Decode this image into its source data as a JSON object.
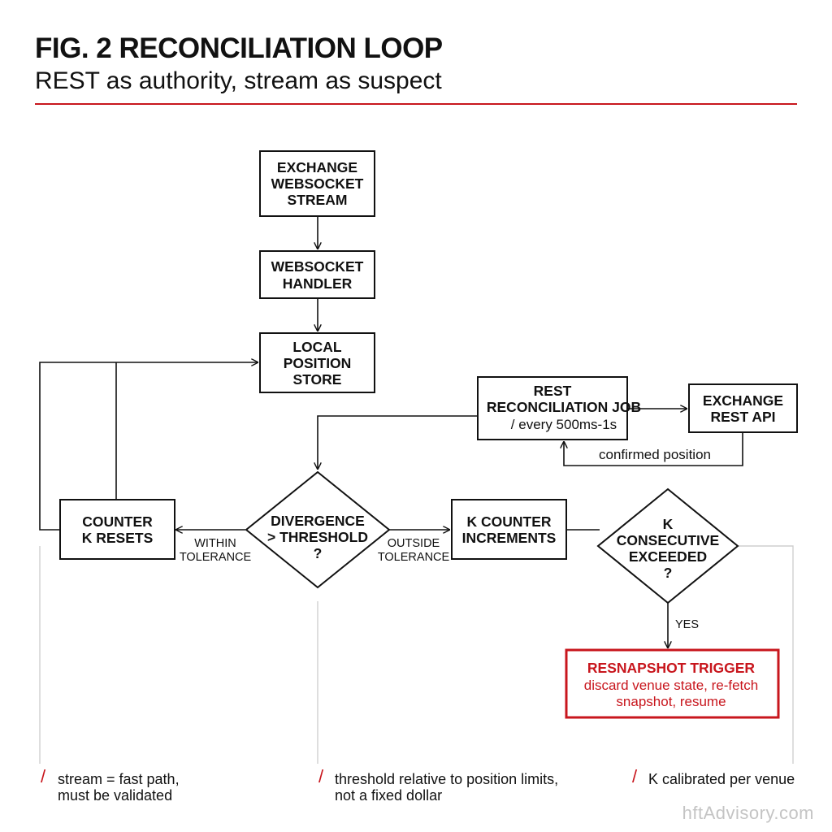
{
  "header": {
    "title": "FIG. 2 RECONCILIATION LOOP",
    "subtitle": "REST as authority, stream as suspect"
  },
  "nodes": {
    "stream": {
      "lines": [
        "EXCHANGE",
        "WEBSOCKET",
        "STREAM"
      ]
    },
    "handler": {
      "lines": [
        "WEBSOCKET",
        "HANDLER"
      ]
    },
    "store": {
      "lines": [
        "LOCAL",
        "POSITION",
        "STORE"
      ]
    },
    "rest_job": {
      "lines": [
        "REST",
        "RECONCILIATION JOB"
      ],
      "sub": "/ every 500ms-1s"
    },
    "rest_api": {
      "lines": [
        "EXCHANGE",
        "REST API"
      ]
    },
    "divergence": {
      "lines": [
        "DIVERGENCE",
        "> THRESHOLD",
        "?"
      ]
    },
    "reset": {
      "lines": [
        "COUNTER",
        "K RESETS"
      ]
    },
    "increment": {
      "lines": [
        "K COUNTER",
        "INCREMENTS"
      ]
    },
    "consecutive": {
      "lines": [
        "K",
        "CONSECUTIVE",
        "EXCEEDED",
        "?"
      ]
    },
    "resnapshot": {
      "title": "RESNAPSHOT TRIGGER",
      "sub_lines": [
        "discard venue state, re-fetch",
        "snapshot, resume"
      ]
    }
  },
  "edges": {
    "confirmed": "confirmed position",
    "within": [
      "WITHIN",
      "TOLERANCE"
    ],
    "outside": [
      "OUTSIDE",
      "TOLERANCE"
    ],
    "yes": "YES"
  },
  "notes": [
    {
      "lines": [
        "stream = fast path,",
        "must be validated"
      ]
    },
    {
      "lines": [
        "threshold relative to position limits,",
        "not a fixed dollar"
      ]
    },
    {
      "lines": [
        "K calibrated per venue"
      ]
    }
  ],
  "watermark": "hftAdvisory.com",
  "colors": {
    "accent": "#c8161d",
    "ink": "#111111",
    "guide": "#cfcfcf"
  }
}
